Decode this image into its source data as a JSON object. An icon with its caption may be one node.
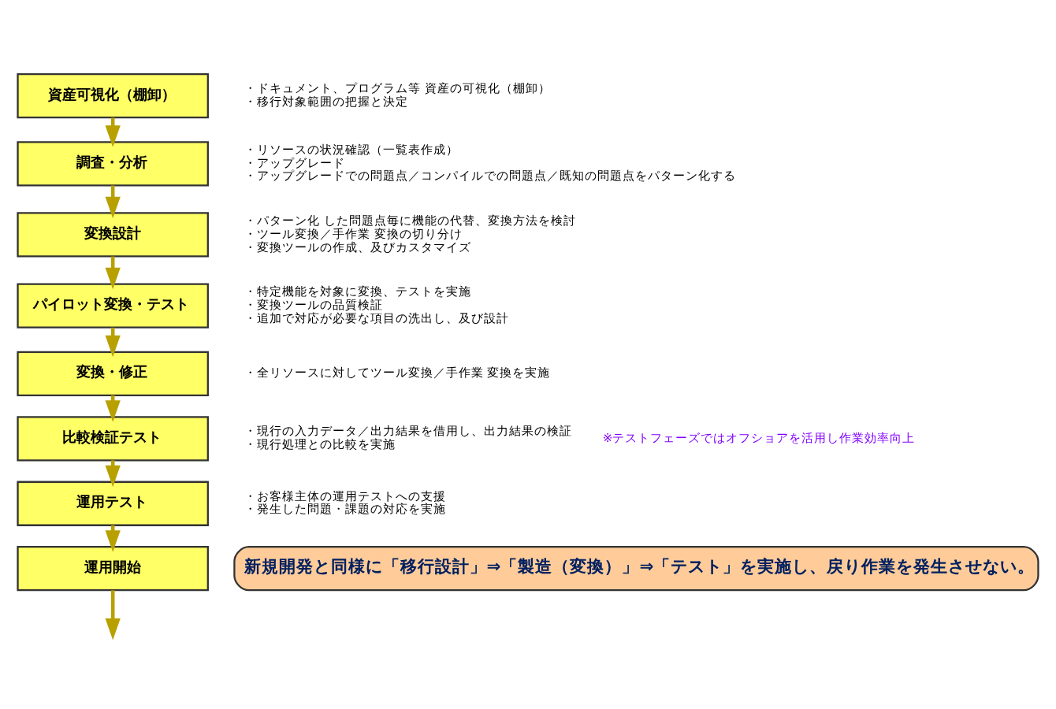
{
  "diagram": {
    "nodes": [
      {
        "text": [
          "資産可視化（棚卸）"
        ],
        "beside": [
          "・ドキュメント、プログラム等 資産の可視化（棚卸）",
          "・移行対象範囲の把握と決定"
        ]
      },
      {
        "text": [
          "調査・分析"
        ],
        "beside": [
          "・リソースの状況確認（一覧表作成）",
          "・アップグレード",
          "・アップグレードでの問題点／コンパイルでの問題点／既知の問題点をパターン化する"
        ]
      },
      {
        "text": [
          "変換設計"
        ],
        "beside": [
          "・パターン化 した問題点毎に機能の代替、変換方法を検討",
          "・ツール変換／手作業 変換の切り分け",
          "・変換ツールの作成、及びカスタマイズ"
        ]
      },
      {
        "text": [
          "パイロット変換・テスト"
        ],
        "beside": [
          "・特定機能を対象に変換、テストを実施",
          "・変換ツールの品質検証",
          "・追加で対応が必要な項目の洗出し、及び設計"
        ]
      },
      {
        "text": [
          "変換・修正"
        ],
        "beside": [
          "・全リソースに対してツール変換／手作業 変換を実施"
        ]
      },
      {
        "text": [
          "比較検証テスト"
        ],
        "beside": [
          "・現行の入力データ／出力結果を借用し、出力結果の検証",
          "・現行処理との比較を実施"
        ]
      },
      {
        "text": [
          "運用テスト"
        ],
        "beside": [
          "・お客様主体の運用テストへの支援",
          "・発生した問題・課題の対応を実施"
        ]
      },
      {
        "text": [
          "運用開始"
        ]
      },
      {
        "text": [
          "新規開発と同様に「移行設計」⇒「製造（変換）」⇒「テスト」を実施し、戻り作業を発生させない。"
        ]
      }
    ],
    "edges": [
      {
        "from": 0,
        "to": 1,
        "arrow": "to"
      },
      {
        "from": 1,
        "to": 2,
        "arrow": "to"
      },
      {
        "from": 2,
        "to": 3,
        "arrow": "to"
      },
      {
        "from": 3,
        "to": 4,
        "arrow": "to"
      },
      {
        "from": 4,
        "to": 5,
        "arrow": "to"
      },
      {
        "from": 5,
        "to": 6,
        "arrow": "to"
      },
      {
        "from": 6,
        "to": 7,
        "arrow": "to"
      },
      {
        "from": 7,
        "to": null,
        "arrow": "to"
      }
    ],
    "labels": [
      "※テストフェーズではオフショアを活用し作業効率向上"
    ]
  }
}
